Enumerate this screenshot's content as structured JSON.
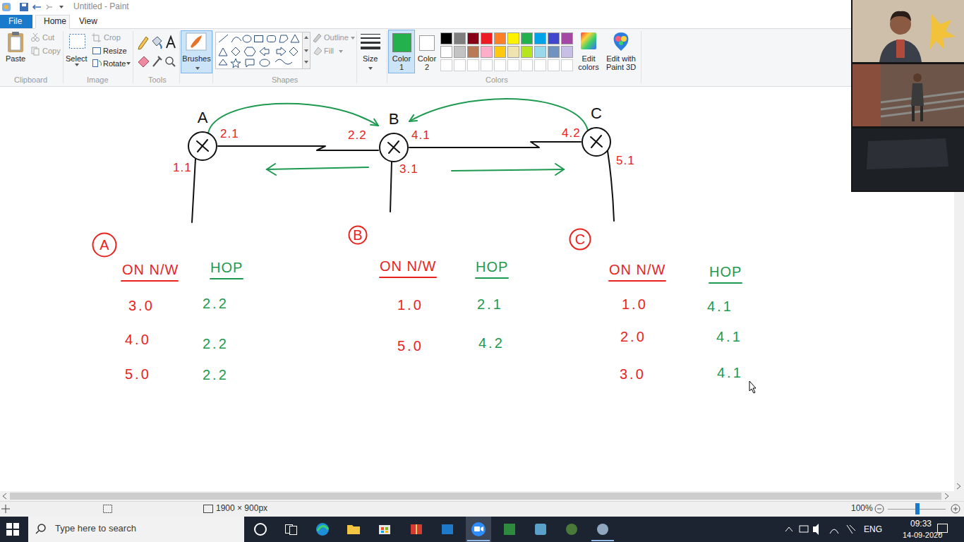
{
  "diagram": {
    "nodes": [
      {
        "text": [
          "A"
        ]
      },
      {
        "text": [
          "B"
        ]
      },
      {
        "text": [
          "C"
        ]
      },
      {
        "text": [
          "A"
        ]
      },
      {
        "text": [
          "B"
        ]
      },
      {
        "text": [
          "C"
        ]
      }
    ],
    "edges": [
      {
        "from": 0,
        "to": 1,
        "arrow": "none"
      },
      {
        "from": 1,
        "to": 2,
        "arrow": "none"
      },
      {
        "from": 0,
        "to": 1,
        "arrow": "to"
      },
      {
        "from": 2,
        "to": 1,
        "arrow": "to"
      }
    ],
    "labels": [
      "Untitled - Paint",
      "File",
      "Home",
      "View",
      "Paste",
      "Cut",
      "Copy",
      "Select",
      "Crop",
      "Resize",
      "Rotate",
      "Brushes",
      "Outline",
      "Fill",
      "Size",
      "Color 1",
      "Color 2",
      "Edit colors",
      "Edit with Paint 3D",
      "Clipboard",
      "Image",
      "Tools",
      "Shapes",
      "Colors",
      "2.1",
      "2.2",
      "1.1",
      "4.1",
      "3.1",
      "4.2",
      "5.1",
      "ON N/W",
      "HOP",
      "3.0",
      "2.2",
      "4.0",
      "2.2",
      "5.0",
      "2.2",
      "ON N/W",
      "HOP",
      "1.0",
      "2.1",
      "5.0",
      "4.2",
      "ON N/W",
      "HOP",
      "1.0",
      "4.1",
      "2.0",
      "4.1",
      "3.0",
      "4.1",
      "1900 × 900px",
      "100%",
      "Type here to search",
      "ENG",
      "09:33",
      "14-09-2020"
    ]
  }
}
